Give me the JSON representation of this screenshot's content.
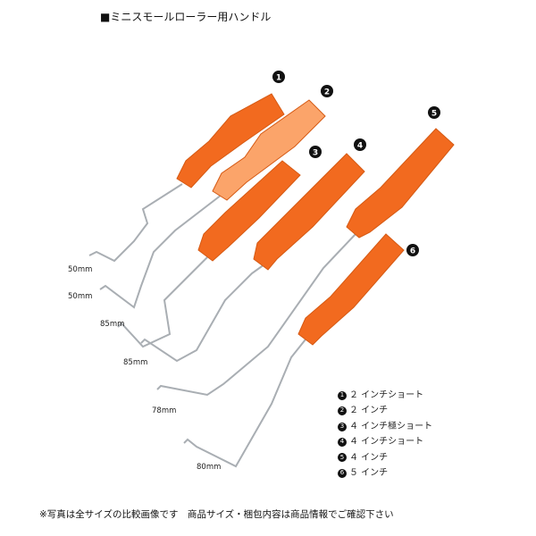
{
  "title": "■ミニスモールローラー用ハンドル",
  "handles": [
    {
      "number": "1",
      "color": "#f26a1f"
    },
    {
      "number": "2",
      "color": "#fba46a"
    },
    {
      "number": "3",
      "color": "#f26a1f"
    },
    {
      "number": "4",
      "color": "#f26a1f"
    },
    {
      "number": "5",
      "color": "#f26a1f"
    },
    {
      "number": "6",
      "color": "#f26a1f"
    }
  ],
  "dimensions": [
    "50mm",
    "50mm",
    "85mm",
    "85mm",
    "78mm",
    "80mm"
  ],
  "legend": [
    {
      "number": "1",
      "label": "２ インチショート"
    },
    {
      "number": "2",
      "label": "２ インチ"
    },
    {
      "number": "3",
      "label": "４ インチ極ショート"
    },
    {
      "number": "4",
      "label": "４ インチショート"
    },
    {
      "number": "5",
      "label": "４ インチ"
    },
    {
      "number": "6",
      "label": "５ インチ"
    }
  ],
  "footer": "※写真は全サイズの比較画像です　商品サイズ・梱包内容は商品情報でご確認下さい"
}
